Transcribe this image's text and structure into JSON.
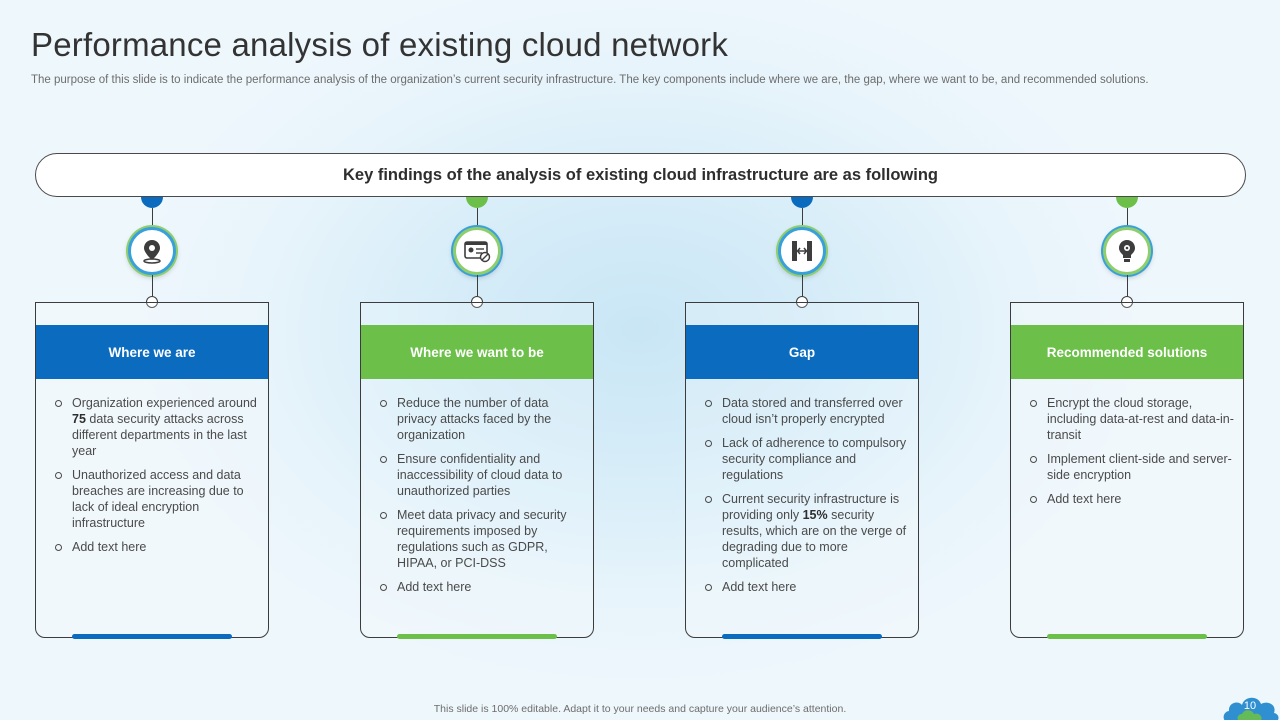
{
  "title": "Performance analysis of existing cloud network",
  "subtitle": "The purpose of this slide is to indicate the performance analysis of the organization’s current security infrastructure. The key components include where we are, the gap, where we want to be, and recommended solutions.",
  "banner": "Key findings of the analysis of existing cloud infrastructure are as following",
  "colors": {
    "blue": "#0b6bbf",
    "green": "#6cc04a"
  },
  "cards": [
    {
      "header": "Where we are",
      "color": "blue",
      "icon": "location-pin-icon",
      "items": [
        [
          "Organization experienced around ",
          "75",
          " data security attacks across different departments in the last year"
        ],
        [
          "Unauthorized access and data breaches are increasing due to lack of ideal encryption infrastructure"
        ],
        [
          "Add text here"
        ]
      ]
    },
    {
      "header": "Where we want to be",
      "color": "green",
      "icon": "id-card-icon",
      "items": [
        [
          "Reduce the number of data privacy attacks faced by the organization"
        ],
        [
          "Ensure confidentiality and inaccessibility of cloud data to unauthorized parties"
        ],
        [
          "Meet data privacy and security requirements imposed by regulations such as GDPR, HIPAA, or PCI-DSS"
        ],
        [
          "Add text here"
        ]
      ]
    },
    {
      "header": "Gap",
      "color": "blue",
      "icon": "gap-icon",
      "items": [
        [
          "Data stored and transferred over cloud isn’t properly encrypted"
        ],
        [
          "Lack of adherence to compulsory security compliance and regulations"
        ],
        [
          "Current security infrastructure is providing only ",
          "15%",
          " security results, which are on the verge of degrading due to more complicated"
        ],
        [
          "Add text here"
        ]
      ]
    },
    {
      "header": "Recommended solutions",
      "color": "green",
      "icon": "lightbulb-gear-icon",
      "items": [
        [
          "Encrypt the cloud storage, including data-at-rest and data-in-transit"
        ],
        [
          "Implement client-side and server-side encryption"
        ],
        [
          "Add text here"
        ]
      ]
    }
  ],
  "footer": "This slide is 100% editable. Adapt it to your needs and capture your audience’s attention.",
  "page_number": "10"
}
